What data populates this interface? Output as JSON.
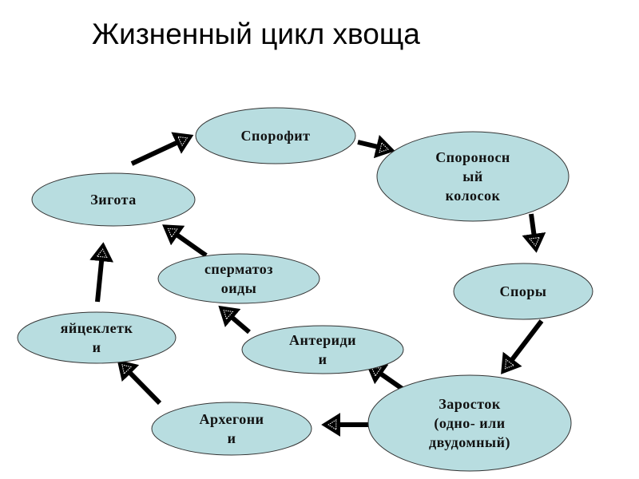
{
  "title": "Жизненный цикл хвоща",
  "nodes": [
    {
      "id": "sporophyte",
      "lines": [
        "Спорофит"
      ]
    },
    {
      "id": "spore-cone",
      "lines": [
        "Спороносн",
        "ый",
        "колосок"
      ]
    },
    {
      "id": "spores",
      "lines": [
        "Споры"
      ]
    },
    {
      "id": "gametophyte",
      "lines": [
        "Заросток",
        "(одно- или",
        "двудомный)"
      ]
    },
    {
      "id": "archegonia",
      "lines": [
        "Архегони",
        "и"
      ]
    },
    {
      "id": "antheridia",
      "lines": [
        "Антериди",
        "и"
      ]
    },
    {
      "id": "egg-cell",
      "lines": [
        "яйцеклетк",
        "и"
      ]
    },
    {
      "id": "spermatozoids",
      "lines": [
        "сперматоз",
        "оиды"
      ]
    },
    {
      "id": "zygote",
      "lines": [
        "Зигота"
      ]
    }
  ],
  "edges": [
    {
      "from": "zygote",
      "to": "sporophyte"
    },
    {
      "from": "sporophyte",
      "to": "spore-cone"
    },
    {
      "from": "spore-cone",
      "to": "spores"
    },
    {
      "from": "spores",
      "to": "gametophyte"
    },
    {
      "from": "gametophyte",
      "to": "archegonia"
    },
    {
      "from": "gametophyte",
      "to": "antheridia"
    },
    {
      "from": "antheridia",
      "to": "spermatozoids"
    },
    {
      "from": "archegonia",
      "to": "egg-cell"
    },
    {
      "from": "egg-cell",
      "to": "zygote"
    },
    {
      "from": "spermatozoids",
      "to": "zygote"
    }
  ],
  "colors": {
    "node_fill": "#b8dde0",
    "arrow": "#000000"
  }
}
